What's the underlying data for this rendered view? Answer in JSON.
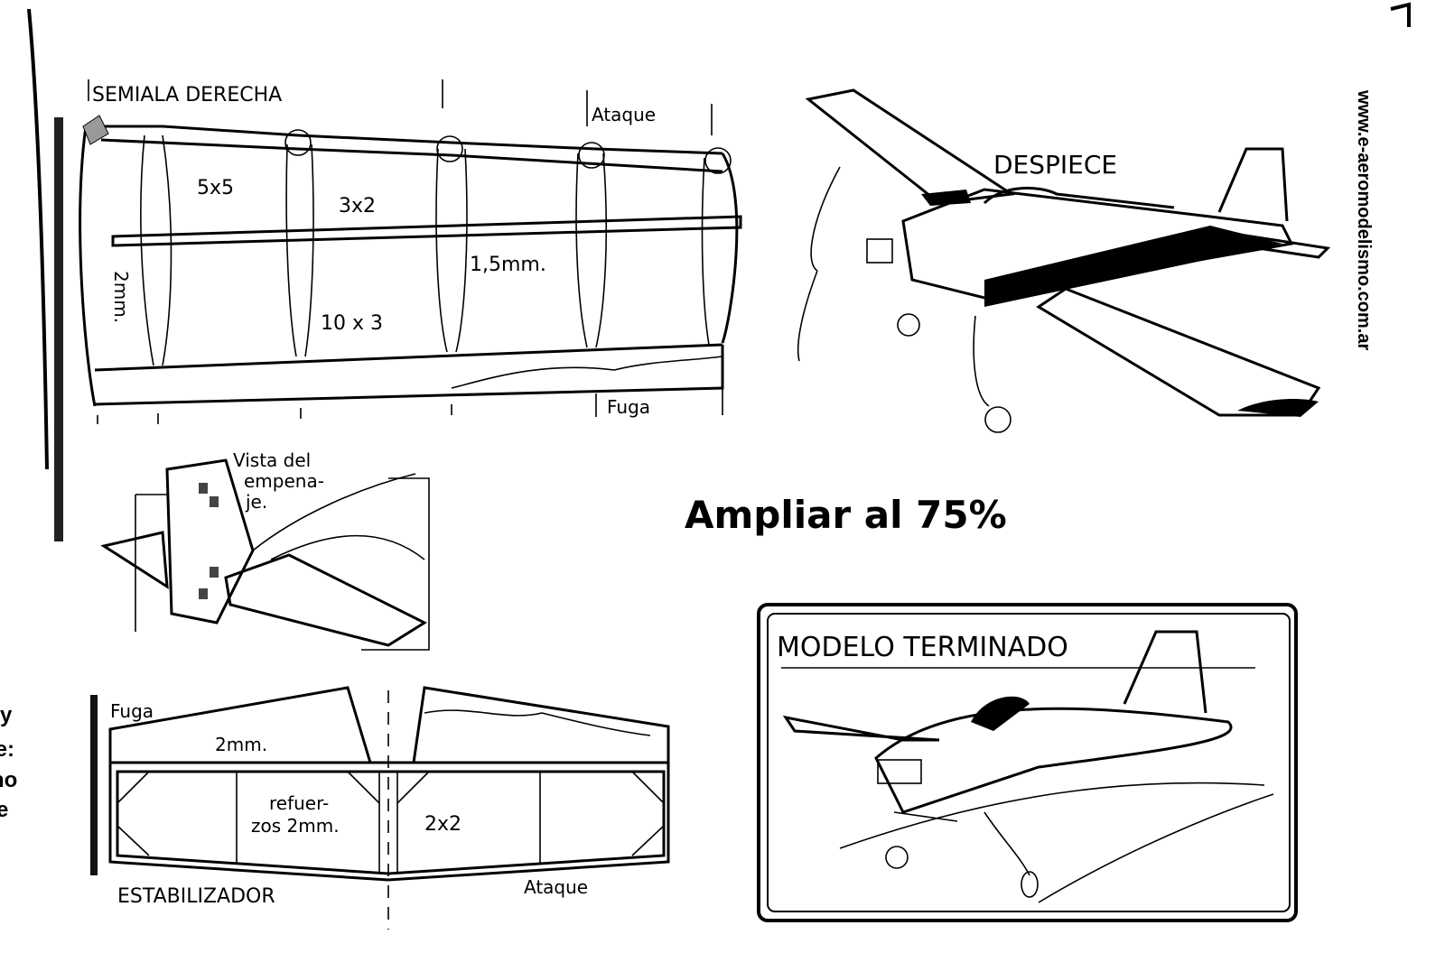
{
  "wing": {
    "title": "SEMIALA DERECHA",
    "leading_edge": "Ataque",
    "trailing_edge": "Fuga",
    "spar_top": "5x5",
    "spar_mid": "3x2",
    "rib_thickness": "1,5mm.",
    "tip_thickness": "2mm.",
    "trailing_strip": "10 x 3"
  },
  "exploded": {
    "title": "DESPIECE"
  },
  "tail_view": {
    "line1": "Vista del",
    "line2": "empena-",
    "line3": "je."
  },
  "scale_note": "Ampliar al 75%",
  "finished": {
    "title": "MODELO TERMINADO"
  },
  "stabilizer": {
    "title": "ESTABILIZADOR",
    "trailing_edge": "Fuga",
    "leading_edge": "Ataque",
    "thickness": "2mm.",
    "gussets_line1": "refuer-",
    "gussets_line2": "zos 2mm.",
    "strip": "2x2"
  },
  "website": "www.e-aeromodelismo.com.ar",
  "left_fragment": [
    "y",
    "le:",
    "no",
    "e"
  ]
}
